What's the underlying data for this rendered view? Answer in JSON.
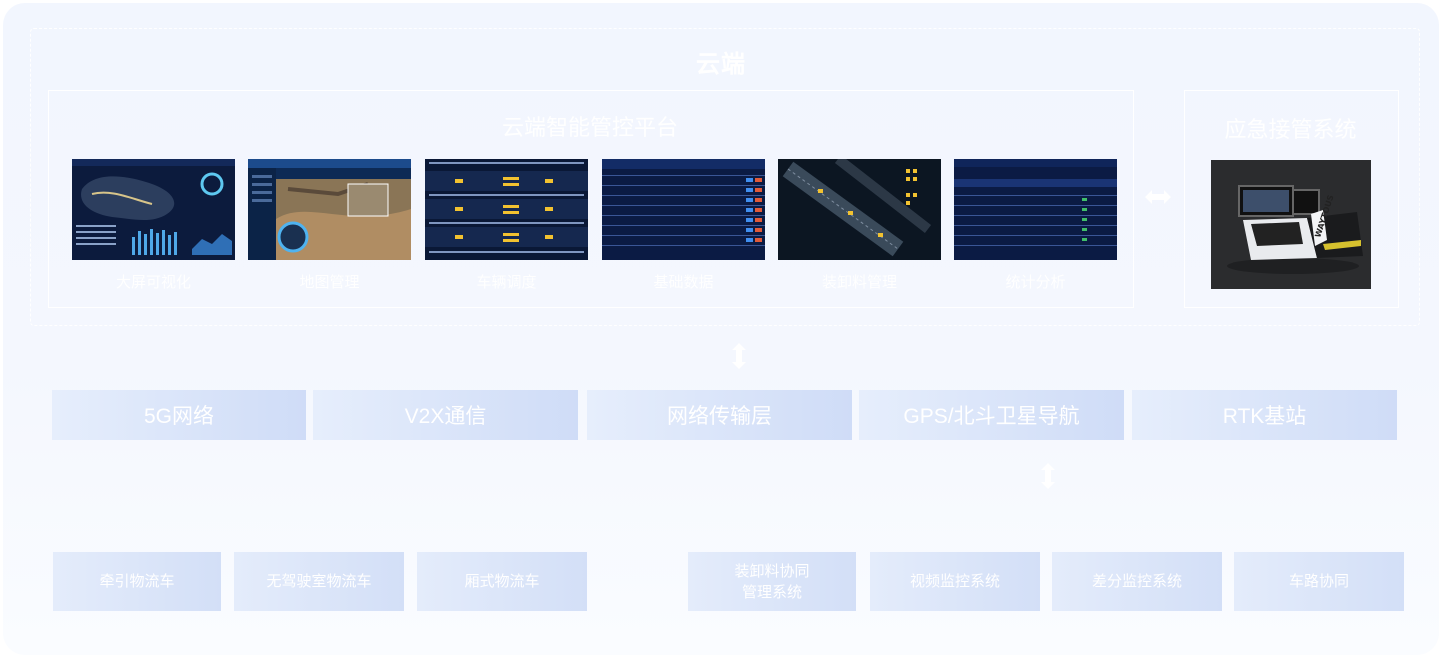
{
  "cloud": {
    "title": "云端",
    "platform": {
      "title": "云端智能管控平台",
      "modules": [
        {
          "label": "大屏可视化",
          "icon": "dashboard-screenshot"
        },
        {
          "label": "地图管理",
          "icon": "map-screenshot"
        },
        {
          "label": "车辆调度",
          "icon": "dispatch-screenshot"
        },
        {
          "label": "基础数据",
          "icon": "data-table-screenshot"
        },
        {
          "label": "装卸料管理",
          "icon": "loading-map-screenshot"
        },
        {
          "label": "统计分析",
          "icon": "statistics-table-screenshot"
        }
      ]
    },
    "emergency": {
      "title": "应急接管系统",
      "brand_text": "WAYTOUS",
      "icon": "driving-simulator-photo"
    }
  },
  "network_layer": {
    "items": [
      "5G网络",
      "V2X通信",
      "网络传输层",
      "GPS/北斗卫星导航",
      "RTK基站"
    ]
  },
  "vehicle_group": {
    "items": [
      "牵引物流车",
      "无驾驶室物流车",
      "厢式物流车"
    ]
  },
  "system_group": {
    "items": [
      "装卸料协同\n管理系统",
      "视频监控系统",
      "差分监控系统",
      "车路协同"
    ]
  },
  "colors": {
    "background": "#f2f6fe",
    "tile_light": "#e6eefc",
    "tile_dark": "#cfdcf7",
    "text": "#ffffff",
    "screen_bg": "#0b1a3a",
    "accent_yellow": "#f2c230"
  }
}
